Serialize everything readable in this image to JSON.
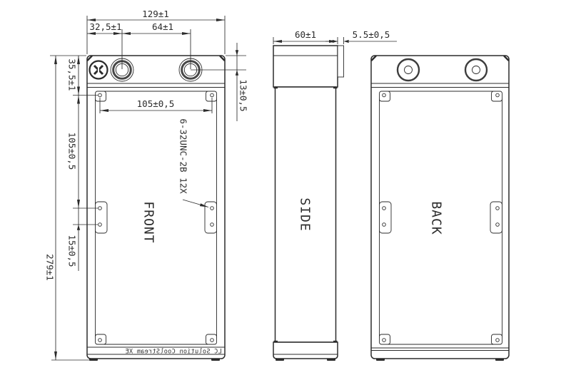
{
  "views": {
    "front_label": "FRONT",
    "side_label": "SIDE",
    "back_label": "BACK"
  },
  "dimensions": {
    "overall_width": "129±1",
    "left_port_offset": "32,5±1",
    "port_spacing": "64±1",
    "top_edge_to_port_center": "13±0,5",
    "top_edge_to_first_screw": "35,5±1",
    "vertical_screw_spacing": "105±0,5",
    "middle_screw_pair_spacing": "15±0,5",
    "overall_height": "279±1",
    "horizontal_screw_spacing": "105±0,5",
    "side_depth": "60±1",
    "mounting_lip": "5.5±0,5"
  },
  "callouts": {
    "thread_spec": "6-32UNC-2B 12X",
    "brand_label": "LC Solution CoolStream XE"
  },
  "colors": {
    "line": "#2b2b2b",
    "background": "#ffffff"
  }
}
